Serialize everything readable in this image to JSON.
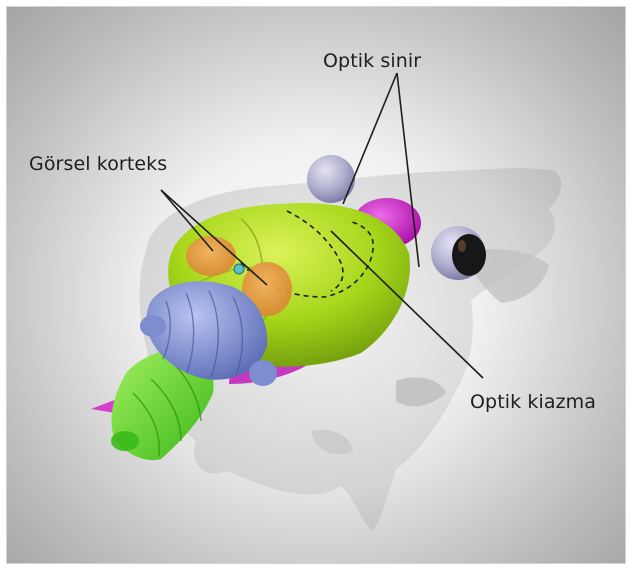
{
  "labels": {
    "optic_nerve": "Optik sinir",
    "visual_cortex": "Görsel korteks",
    "optic_chiasm": "Optik kiazma"
  },
  "colors": {
    "skull": "#d6d6d6",
    "cerebrum": "#a8d81c",
    "visual_cortex_area": "#e8a04a",
    "cerebellum": "#8596d8",
    "brainstem": "#6ee028",
    "olfactory": "#cc1ec8",
    "eyeball": "#b4b3d2",
    "pupil": "#171717"
  }
}
